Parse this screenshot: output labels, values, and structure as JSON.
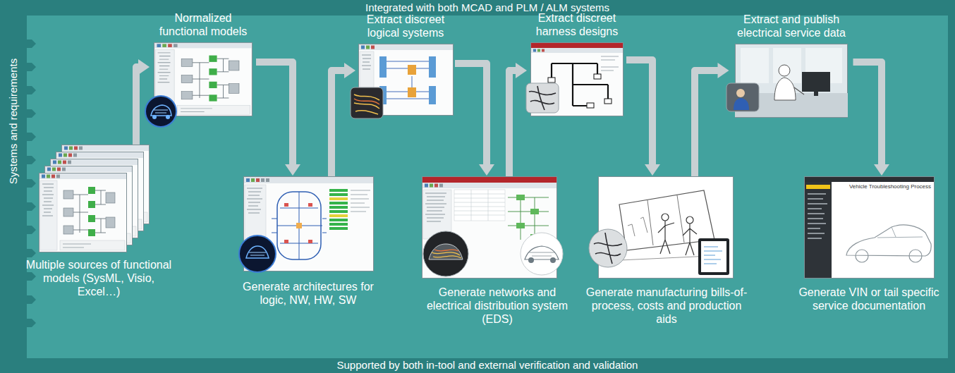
{
  "diagram": {
    "nodes": [
      {
        "text": [
          "Multiple sources of functional models (SysML, Visio, Excel…)"
        ]
      },
      {
        "text": [
          "Normalized functional models"
        ]
      },
      {
        "text": [
          "Generate architectures for logic, NW, HW, SW"
        ]
      },
      {
        "text": [
          "Extract discreet logical systems"
        ]
      },
      {
        "text": [
          "Generate networks and electrical distribution system (EDS)"
        ]
      },
      {
        "text": [
          "Extract discreet harness designs"
        ]
      },
      {
        "text": [
          "Generate manufacturing bills-of-process, costs and production aids"
        ]
      },
      {
        "text": [
          "Extract and publish electrical service data"
        ]
      },
      {
        "text": [
          "Generate VIN or tail specific service documentation"
        ]
      }
    ],
    "edges": [
      {
        "from": 0,
        "to": 1,
        "arrow": "to"
      },
      {
        "from": 1,
        "to": 2,
        "arrow": "to"
      },
      {
        "from": 2,
        "to": 3,
        "arrow": "to"
      },
      {
        "from": 3,
        "to": 4,
        "arrow": "to"
      },
      {
        "from": 4,
        "to": 5,
        "arrow": "to"
      },
      {
        "from": 5,
        "to": 6,
        "arrow": "to"
      },
      {
        "from": 6,
        "to": 7,
        "arrow": "to"
      },
      {
        "from": 7,
        "to": 8,
        "arrow": "to"
      }
    ],
    "labels": [
      "Integrated with both MCAD and PLM / ALM systems",
      "Systems and requirements",
      "Supported by both in-tool and external verification and validation",
      "Vehicle Troubleshooting Process"
    ]
  }
}
